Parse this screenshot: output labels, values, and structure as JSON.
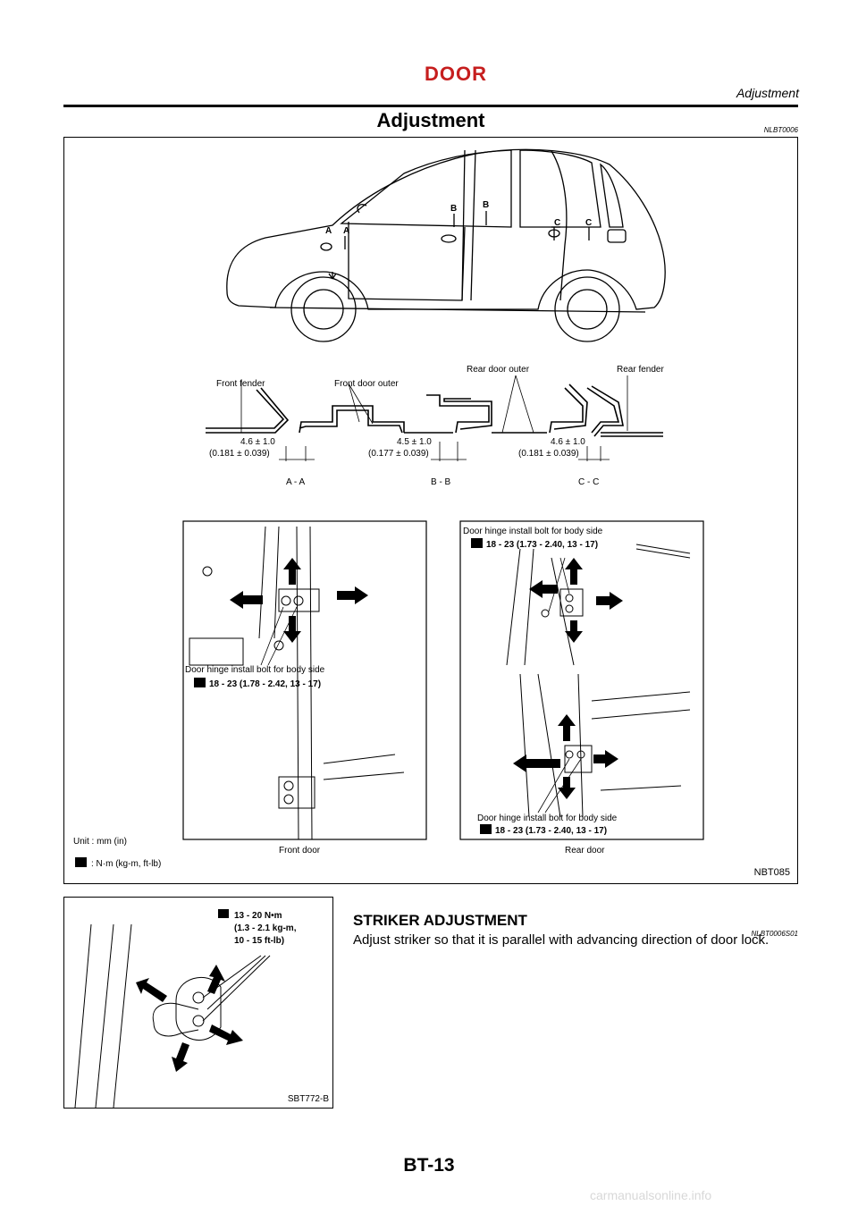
{
  "header": {
    "section": "DOOR",
    "subsection": "Adjustment"
  },
  "heading": {
    "title": "Adjustment",
    "code": "NLBT0006"
  },
  "figure1": {
    "id": "NBT085",
    "car_markers": {
      "a1": "A",
      "a2": "A",
      "b1": "B",
      "b2": "B",
      "c1": "C",
      "c2": "C"
    },
    "section_labels": {
      "front_fender": "Front fender",
      "front_door_outer": "Front door outer",
      "rear_door_outer": "Rear door outer",
      "rear_fender": "Rear fender"
    },
    "gaps": [
      {
        "value": "4.6 ± 1.0",
        "inch": "(0.181 ± 0.039)"
      },
      {
        "value": "4.5 ± 1.0",
        "inch": "(0.177 ± 0.039)"
      },
      {
        "value": "4.6 ± 1.0",
        "inch": "(0.181 ± 0.039)"
      }
    ],
    "cuts": {
      "aa": "A - A",
      "bb": "B - B",
      "cc": "C - C"
    },
    "front_door": {
      "bolt_label": "Door hinge install bolt for body side",
      "torque": "18 - 23 (1.78 - 2.42, 13 - 17)",
      "caption": "Front door"
    },
    "rear_door": {
      "bolt_label_top": "Door hinge install bolt for body side",
      "torque_top": "18 - 23 (1.73 - 2.40, 13 - 17)",
      "bolt_label_bottom": "Door hinge install bolt for body side",
      "torque_bottom": "18 - 23 (1.73 - 2.40, 13 - 17)",
      "caption": "Rear door"
    },
    "unit_note": "Unit : mm (in)",
    "torque_unit_note": ": N·m (kg-m, ft-lb)"
  },
  "figure2": {
    "id": "SBT772-B",
    "torque_line1": "13 - 20 N•m",
    "torque_line2": "(1.3 - 2.1 kg-m,",
    "torque_line3": "10 - 15 ft-lb)"
  },
  "striker": {
    "title": "STRIKER ADJUSTMENT",
    "code": "NLBT0006S01",
    "text": "Adjust striker so that it is parallel with advancing direction of door lock."
  },
  "page_number": "BT-13",
  "watermark": "carmanualsonline.info"
}
